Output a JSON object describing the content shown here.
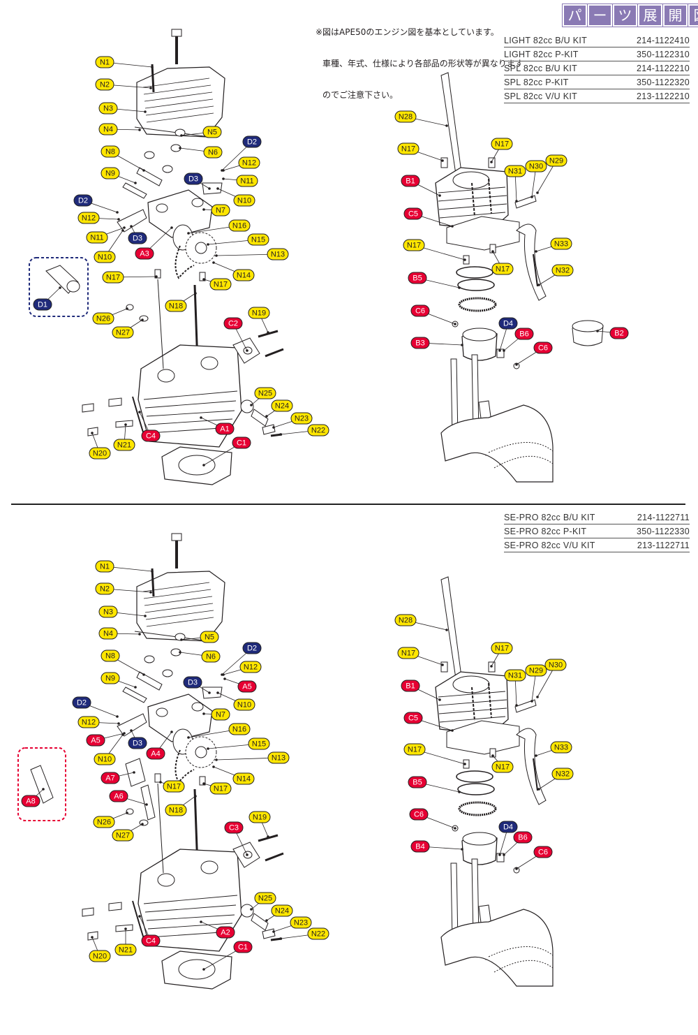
{
  "note_lines": [
    "※図はAPE50のエンジン図を基本としています。",
    "車種、年式、仕様により各部品の形状等が異なります",
    "のでご注意下さい。"
  ],
  "title_chars": [
    "パ",
    "ー",
    "ツ",
    "展",
    "開",
    "図"
  ],
  "kits_top": [
    {
      "name": "LIGHT 82cc B/U KIT",
      "code": "214-1122410"
    },
    {
      "name": "LIGHT 82cc P-KIT",
      "code": "350-1122310"
    },
    {
      "name": "SPL 82cc B/U KIT",
      "code": "214-1122210"
    },
    {
      "name": "SPL 82cc P-KIT",
      "code": "350-1122320"
    },
    {
      "name": "SPL 82cc V/U KIT",
      "code": "213-1122210"
    }
  ],
  "kits_bottom": [
    {
      "name": "SE-PRO 82cc B/U KIT",
      "code": "214-1122711"
    },
    {
      "name": "SE-PRO 82cc P-KIT",
      "code": "350-1122330"
    },
    {
      "name": "SE-PRO 82cc V/U KIT",
      "code": "213-1122711"
    }
  ],
  "colors": {
    "yellow": "#ffe600",
    "red": "#e60033",
    "navy": "#1f2a7a",
    "title": "#8a7ab4",
    "line": "#231f20"
  },
  "labels": [
    {
      "t": "N1",
      "c": "y"
    },
    {
      "t": "N2",
      "c": "y"
    },
    {
      "t": "N3",
      "c": "y"
    },
    {
      "t": "N4",
      "c": "y"
    },
    {
      "t": "N5",
      "c": "y"
    },
    {
      "t": "N6",
      "c": "y"
    },
    {
      "t": "N8",
      "c": "y"
    },
    {
      "t": "N9",
      "c": "y"
    },
    {
      "t": "D2",
      "c": "b"
    },
    {
      "t": "N12",
      "c": "y"
    },
    {
      "t": "D3",
      "c": "b"
    },
    {
      "t": "N11",
      "c": "y"
    },
    {
      "t": "N10",
      "c": "y"
    },
    {
      "t": "D2",
      "c": "b"
    },
    {
      "t": "N12",
      "c": "y"
    },
    {
      "t": "N7",
      "c": "y"
    },
    {
      "t": "N11",
      "c": "y"
    },
    {
      "t": "D3",
      "c": "b"
    },
    {
      "t": "N16",
      "c": "y"
    },
    {
      "t": "N10",
      "c": "y"
    },
    {
      "t": "A3",
      "c": "r"
    },
    {
      "t": "N15",
      "c": "y"
    },
    {
      "t": "N13",
      "c": "y"
    },
    {
      "t": "N14",
      "c": "y"
    },
    {
      "t": "N17",
      "c": "y"
    },
    {
      "t": "N17",
      "c": "y"
    },
    {
      "t": "D1",
      "c": "b"
    },
    {
      "t": "N18",
      "c": "y"
    },
    {
      "t": "N26",
      "c": "y"
    },
    {
      "t": "N27",
      "c": "y"
    },
    {
      "t": "N19",
      "c": "y"
    },
    {
      "t": "C2",
      "c": "r"
    },
    {
      "t": "N25",
      "c": "y"
    },
    {
      "t": "N24",
      "c": "y"
    },
    {
      "t": "N23",
      "c": "y"
    },
    {
      "t": "N22",
      "c": "y"
    },
    {
      "t": "A1",
      "c": "r"
    },
    {
      "t": "C4",
      "c": "r"
    },
    {
      "t": "N21",
      "c": "y"
    },
    {
      "t": "N20",
      "c": "y"
    },
    {
      "t": "C1",
      "c": "r"
    },
    {
      "t": "N28",
      "c": "y"
    },
    {
      "t": "N17",
      "c": "y"
    },
    {
      "t": "N17",
      "c": "y"
    },
    {
      "t": "N31",
      "c": "y"
    },
    {
      "t": "N30",
      "c": "y"
    },
    {
      "t": "N29",
      "c": "y"
    },
    {
      "t": "B1",
      "c": "r"
    },
    {
      "t": "C5",
      "c": "r"
    },
    {
      "t": "N17",
      "c": "y"
    },
    {
      "t": "N33",
      "c": "y"
    },
    {
      "t": "N17",
      "c": "y"
    },
    {
      "t": "N32",
      "c": "y"
    },
    {
      "t": "B5",
      "c": "r"
    },
    {
      "t": "C6",
      "c": "r"
    },
    {
      "t": "D4",
      "c": "b"
    },
    {
      "t": "B6",
      "c": "r"
    },
    {
      "t": "B2",
      "c": "r"
    },
    {
      "t": "C6",
      "c": "r"
    },
    {
      "t": "B3",
      "c": "r"
    },
    {
      "t": "N1",
      "c": "y"
    },
    {
      "t": "N2",
      "c": "y"
    },
    {
      "t": "N3",
      "c": "y"
    },
    {
      "t": "N4",
      "c": "y"
    },
    {
      "t": "N5",
      "c": "y"
    },
    {
      "t": "N6",
      "c": "y"
    },
    {
      "t": "N8",
      "c": "y"
    },
    {
      "t": "D2",
      "c": "b"
    },
    {
      "t": "N12",
      "c": "y"
    },
    {
      "t": "A5",
      "c": "r"
    },
    {
      "t": "N9",
      "c": "y"
    },
    {
      "t": "D3",
      "c": "b"
    },
    {
      "t": "N10",
      "c": "y"
    },
    {
      "t": "D2",
      "c": "b"
    },
    {
      "t": "N7",
      "c": "y"
    },
    {
      "t": "N12",
      "c": "y"
    },
    {
      "t": "A5",
      "c": "r"
    },
    {
      "t": "D3",
      "c": "b"
    },
    {
      "t": "N16",
      "c": "y"
    },
    {
      "t": "N10",
      "c": "y"
    },
    {
      "t": "A4",
      "c": "r"
    },
    {
      "t": "N15",
      "c": "y"
    },
    {
      "t": "N13",
      "c": "y"
    },
    {
      "t": "A7",
      "c": "r"
    },
    {
      "t": "N17",
      "c": "y"
    },
    {
      "t": "N17",
      "c": "y"
    },
    {
      "t": "N14",
      "c": "y"
    },
    {
      "t": "A8",
      "c": "r"
    },
    {
      "t": "A6",
      "c": "r"
    },
    {
      "t": "N18",
      "c": "y"
    },
    {
      "t": "N26",
      "c": "y"
    },
    {
      "t": "N19",
      "c": "y"
    },
    {
      "t": "N27",
      "c": "y"
    },
    {
      "t": "C3",
      "c": "r"
    },
    {
      "t": "N25",
      "c": "y"
    },
    {
      "t": "N24",
      "c": "y"
    },
    {
      "t": "N23",
      "c": "y"
    },
    {
      "t": "N22",
      "c": "y"
    },
    {
      "t": "A2",
      "c": "r"
    },
    {
      "t": "N21",
      "c": "y"
    },
    {
      "t": "C4",
      "c": "r"
    },
    {
      "t": "N20",
      "c": "y"
    },
    {
      "t": "C1",
      "c": "r"
    },
    {
      "t": "N28",
      "c": "y"
    },
    {
      "t": "N17",
      "c": "y"
    },
    {
      "t": "N17",
      "c": "y"
    },
    {
      "t": "N31",
      "c": "y"
    },
    {
      "t": "N30",
      "c": "y"
    },
    {
      "t": "N29",
      "c": "y"
    },
    {
      "t": "B1",
      "c": "r"
    },
    {
      "t": "C5",
      "c": "r"
    },
    {
      "t": "N17",
      "c": "y"
    },
    {
      "t": "N33",
      "c": "y"
    },
    {
      "t": "N17",
      "c": "y"
    },
    {
      "t": "N32",
      "c": "y"
    },
    {
      "t": "B5",
      "c": "r"
    },
    {
      "t": "C6",
      "c": "r"
    },
    {
      "t": "D4",
      "c": "b"
    },
    {
      "t": "B6",
      "c": "r"
    },
    {
      "t": "B4",
      "c": "r"
    },
    {
      "t": "C6",
      "c": "r"
    }
  ]
}
